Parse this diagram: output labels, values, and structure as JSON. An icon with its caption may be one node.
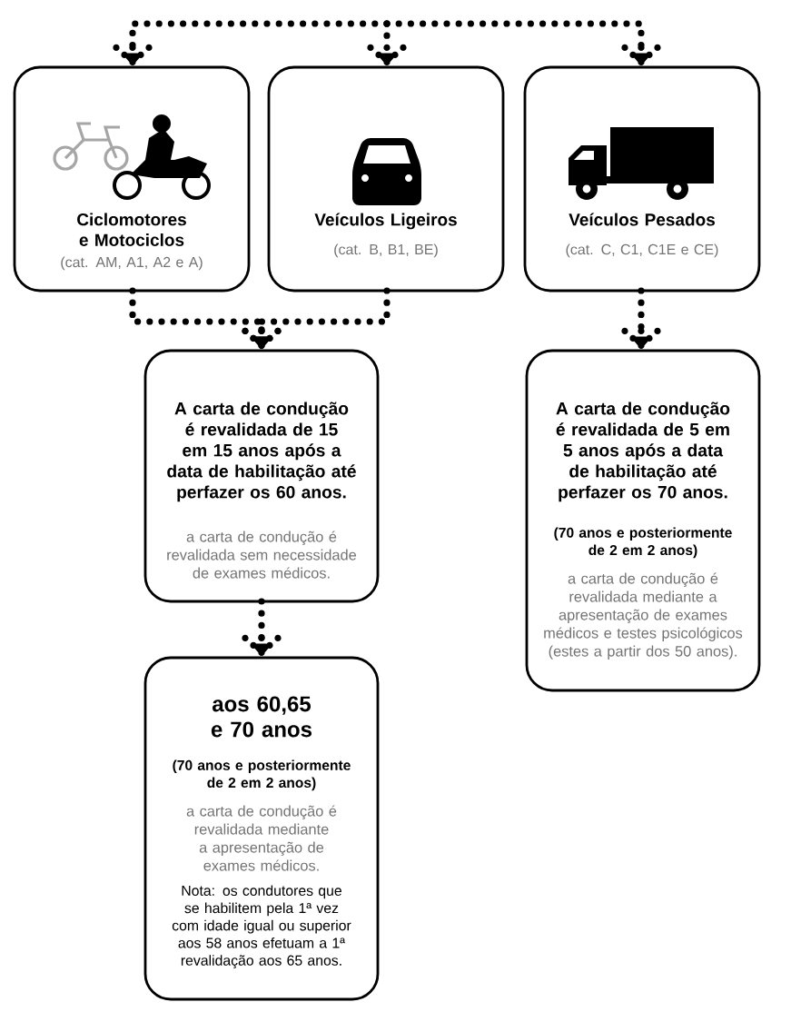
{
  "diagram": {
    "nodes": [
      {
        "text": [
          "Ciclomotores e Motociclos",
          "(cat. AM, A1, A2 e A)"
        ]
      },
      {
        "text": [
          "Veículos Ligeiros",
          "(cat. B, B1, BE)"
        ]
      },
      {
        "text": [
          "Veículos Pesados",
          "(cat. C, C1, C1E e CE)"
        ]
      },
      {
        "text": [
          "A carta de condução é revalidada de 15 em 15 anos após a data de habilitação até perfazer os 60 anos.",
          "a carta de condução é revalidada sem necessidade de exames médicos."
        ]
      },
      {
        "text": [
          "A carta de condução é revalidada de 5 em 5 anos após a data de habilitação até perfazer os 70 anos.",
          "(70 anos e posteriormente de 2 em 2 anos)",
          "a carta de condução é revalidada mediante a apresentação de exames médicos e testes psicológicos (estes a partir dos 50 anos)."
        ]
      },
      {
        "text": [
          "aos 60,65 e 70 anos",
          "(70 anos e posteriormente de 2 em 2 anos)",
          "a carta de condução é revalidada mediante a apresentação de exames médicos.",
          "Nota: os condutores que se habilitem pela 1ª vez com idade igual ou superior aos 58 anos efetuam a 1ª revalidação aos 65 anos."
        ]
      }
    ],
    "edges": [
      {
        "from": null,
        "to": 0,
        "arrow": "to"
      },
      {
        "from": null,
        "to": 1,
        "arrow": "to"
      },
      {
        "from": null,
        "to": 2,
        "arrow": "to"
      },
      {
        "from": 0,
        "to": 3,
        "arrow": "to"
      },
      {
        "from": 1,
        "to": 3,
        "arrow": "to"
      },
      {
        "from": 2,
        "to": 4,
        "arrow": "to"
      },
      {
        "from": 3,
        "to": 5,
        "arrow": "to"
      }
    ]
  }
}
